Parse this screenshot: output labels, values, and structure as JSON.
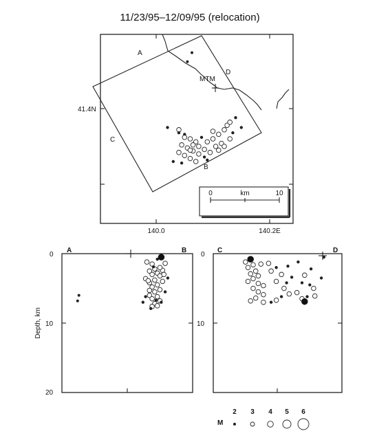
{
  "title": "11/23/95–12/09/95 (relocation)",
  "chart_data": [
    {
      "type": "scatter",
      "panel": "map",
      "lat_label": "41.4N",
      "lon_ticks": [
        "140.0",
        "140.2E"
      ],
      "profile_labels": {
        "a": "A",
        "b": "B",
        "c": "C",
        "d": "D"
      },
      "station": "MTM",
      "scale_bar": {
        "unit": "km",
        "ticks": [
          "0",
          "10"
        ]
      },
      "events": [
        [
          140.04,
          41.372,
          3
        ],
        [
          140.05,
          41.366,
          2
        ],
        [
          140.06,
          41.36,
          3
        ],
        [
          140.045,
          41.352,
          3
        ],
        [
          140.07,
          41.356,
          3
        ],
        [
          140.08,
          41.362,
          2
        ],
        [
          140.055,
          41.348,
          3
        ],
        [
          140.065,
          41.344,
          3
        ],
        [
          140.075,
          41.35,
          3
        ],
        [
          140.085,
          41.346,
          3
        ],
        [
          140.09,
          41.356,
          3
        ],
        [
          140.1,
          41.36,
          3
        ],
        [
          140.11,
          41.366,
          3
        ],
        [
          140.12,
          41.372,
          3
        ],
        [
          140.125,
          41.378,
          3
        ],
        [
          140.115,
          41.354,
          3
        ],
        [
          140.105,
          41.35,
          3
        ],
        [
          140.095,
          41.342,
          3
        ],
        [
          140.05,
          41.338,
          3
        ],
        [
          140.06,
          41.334,
          3
        ],
        [
          140.07,
          41.33,
          3
        ],
        [
          140.045,
          41.328,
          2
        ],
        [
          140.13,
          41.382,
          3
        ],
        [
          140.135,
          41.368,
          2
        ],
        [
          140.1,
          41.37,
          3
        ],
        [
          140.085,
          41.336,
          2
        ],
        [
          140.04,
          41.342,
          3
        ],
        [
          140.14,
          41.388,
          2
        ],
        [
          140.03,
          41.33,
          2
        ],
        [
          140.15,
          41.375,
          2
        ],
        [
          140.06,
          41.345,
          3
        ],
        [
          140.075,
          41.34,
          3
        ],
        [
          140.11,
          41.345,
          3
        ],
        [
          140.065,
          41.352,
          3
        ],
        [
          140.09,
          41.332,
          2
        ],
        [
          140.05,
          41.362,
          3
        ],
        [
          140.04,
          41.368,
          2
        ],
        [
          140.02,
          41.375,
          2
        ],
        [
          140.12,
          41.35,
          3
        ],
        [
          140.13,
          41.36,
          3
        ],
        [
          140.063,
          41.474,
          1
        ],
        [
          140.055,
          41.462,
          1
        ]
      ]
    },
    {
      "type": "scatter",
      "panel": "section-A-B",
      "endpoints": [
        "A",
        "B"
      ],
      "ylabel": "Depth,  km",
      "y_ticks": [
        "0",
        "10",
        "20"
      ],
      "ylim": [
        0,
        20
      ],
      "xlim": [
        0,
        1
      ],
      "events": [
        [
          0.65,
          1.2,
          3
        ],
        [
          0.73,
          0.8,
          2
        ],
        [
          0.69,
          1.5,
          3
        ],
        [
          0.67,
          2.5,
          3
        ],
        [
          0.69,
          3.0,
          3
        ],
        [
          0.71,
          2.2,
          3
        ],
        [
          0.73,
          2.8,
          3
        ],
        [
          0.75,
          3.2,
          3
        ],
        [
          0.77,
          2.4,
          3
        ],
        [
          0.71,
          3.8,
          3
        ],
        [
          0.67,
          4.2,
          3
        ],
        [
          0.69,
          4.8,
          3
        ],
        [
          0.73,
          4.5,
          3
        ],
        [
          0.75,
          5.2,
          3
        ],
        [
          0.71,
          5.5,
          3
        ],
        [
          0.67,
          6.0,
          3
        ],
        [
          0.69,
          6.5,
          3
        ],
        [
          0.73,
          6.2,
          3
        ],
        [
          0.75,
          6.8,
          3
        ],
        [
          0.71,
          7.2,
          3
        ],
        [
          0.64,
          6.2,
          2
        ],
        [
          0.62,
          7.0,
          2
        ],
        [
          0.77,
          4.0,
          3
        ],
        [
          0.79,
          5.5,
          2
        ],
        [
          0.81,
          3.5,
          2
        ],
        [
          0.67,
          5.3,
          3
        ],
        [
          0.73,
          7.5,
          3
        ],
        [
          0.69,
          7.6,
          3
        ],
        [
          0.75,
          2.0,
          3
        ],
        [
          0.79,
          1.4,
          3
        ],
        [
          0.76,
          0.5,
          4
        ],
        [
          0.13,
          6.0,
          1
        ],
        [
          0.12,
          6.8,
          1
        ],
        [
          0.64,
          3.6,
          3
        ],
        [
          0.66,
          3.9,
          3
        ],
        [
          0.7,
          1.9,
          2
        ],
        [
          0.78,
          3.0,
          3
        ],
        [
          0.72,
          6.7,
          2
        ],
        [
          0.76,
          7.0,
          2
        ],
        [
          0.68,
          7.9,
          2
        ]
      ]
    },
    {
      "type": "scatter",
      "panel": "section-C-D",
      "endpoints": [
        "C",
        "D"
      ],
      "y_ticks": [
        "0",
        "10"
      ],
      "ylim": [
        0,
        20
      ],
      "xlim": [
        0,
        1
      ],
      "events": [
        [
          0.29,
          0.8,
          4
        ],
        [
          0.25,
          1.2,
          3
        ],
        [
          0.31,
          1.6,
          3
        ],
        [
          0.27,
          2.0,
          3
        ],
        [
          0.33,
          2.5,
          3
        ],
        [
          0.29,
          2.9,
          3
        ],
        [
          0.37,
          1.5,
          3
        ],
        [
          0.35,
          3.2,
          3
        ],
        [
          0.31,
          3.6,
          3
        ],
        [
          0.27,
          4.0,
          3
        ],
        [
          0.35,
          4.3,
          3
        ],
        [
          0.39,
          4.6,
          3
        ],
        [
          0.31,
          5.0,
          3
        ],
        [
          0.35,
          5.5,
          3
        ],
        [
          0.39,
          5.9,
          3
        ],
        [
          0.33,
          6.4,
          3
        ],
        [
          0.29,
          6.8,
          3
        ],
        [
          0.39,
          7.0,
          3
        ],
        [
          0.45,
          2.5,
          3
        ],
        [
          0.49,
          2.0,
          2
        ],
        [
          0.53,
          3.0,
          3
        ],
        [
          0.49,
          4.0,
          3
        ],
        [
          0.55,
          5.0,
          3
        ],
        [
          0.57,
          4.2,
          2
        ],
        [
          0.61,
          3.4,
          2
        ],
        [
          0.59,
          5.8,
          3
        ],
        [
          0.65,
          5.6,
          3
        ],
        [
          0.69,
          4.2,
          2
        ],
        [
          0.71,
          3.1,
          3
        ],
        [
          0.75,
          4.5,
          2
        ],
        [
          0.78,
          5.0,
          3
        ],
        [
          0.73,
          6.2,
          2
        ],
        [
          0.69,
          6.5,
          3
        ],
        [
          0.79,
          6.1,
          3
        ],
        [
          0.53,
          6.2,
          2
        ],
        [
          0.45,
          7.0,
          2
        ],
        [
          0.76,
          2.2,
          2
        ],
        [
          0.84,
          3.5,
          2
        ],
        [
          0.66,
          1.2,
          2
        ],
        [
          0.86,
          0.5,
          2
        ],
        [
          0.71,
          6.9,
          4
        ],
        [
          0.49,
          6.7,
          3
        ],
        [
          0.43,
          1.4,
          3
        ],
        [
          0.58,
          1.8,
          2
        ]
      ]
    }
  ],
  "magnitude_legend": {
    "label": "M",
    "values": [
      "2",
      "3",
      "4",
      "5",
      "6"
    ]
  }
}
